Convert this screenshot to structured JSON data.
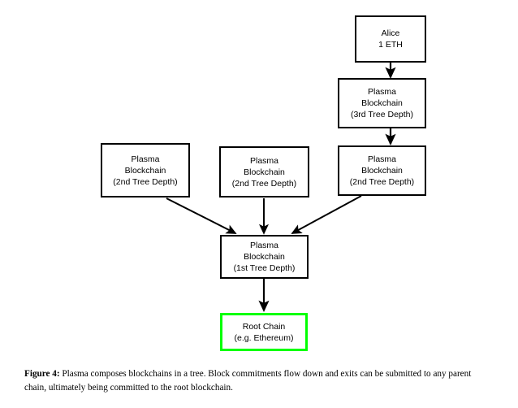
{
  "figure": {
    "caption_label": "Figure 4:",
    "caption_text": "Plasma composes blockchains in a tree.  Block commitments flow down and exits can be submitted to any parent chain, ultimately being committed to the root blockchain.",
    "colors": {
      "box_border": "#000000",
      "root_chain_border": "#00ff00",
      "arrow": "#000000",
      "background": "#ffffff",
      "text": "#000000"
    }
  },
  "nodes": {
    "alice": {
      "line1": "Alice",
      "line2": "1 ETH"
    },
    "depth3": {
      "line1": "Plasma",
      "line2": "Blockchain",
      "line3": "(3rd Tree Depth)"
    },
    "depth2_left": {
      "line1": "Plasma",
      "line2": "Blockchain",
      "line3": "(2nd Tree Depth)"
    },
    "depth2_center": {
      "line1": "Plasma",
      "line2": "Blockchain",
      "line3": "(2nd Tree Depth)"
    },
    "depth2_right": {
      "line1": "Plasma",
      "line2": "Blockchain",
      "line3": "(2nd Tree Depth)"
    },
    "depth1": {
      "line1": "Plasma",
      "line2": "Blockchain",
      "line3": "(1st Tree Depth)"
    },
    "root": {
      "line1": "Root Chain",
      "line2": "(e.g. Ethereum)"
    }
  },
  "edges": [
    {
      "id": "alice-to-depth3",
      "from": "alice",
      "to": "depth3",
      "style": "vertical-arrow"
    },
    {
      "id": "depth3-to-depth2-right",
      "from": "depth3",
      "to": "depth2_right",
      "style": "vertical-arrow"
    },
    {
      "id": "depth2-left-to-depth1",
      "from": "depth2_left",
      "to": "depth1",
      "style": "diagonal-arrow"
    },
    {
      "id": "depth2-center-to-depth1",
      "from": "depth2_center",
      "to": "depth1",
      "style": "vertical-arrow"
    },
    {
      "id": "depth2-right-to-depth1",
      "from": "depth2_right",
      "to": "depth1",
      "style": "diagonal-arrow"
    },
    {
      "id": "depth1-to-root",
      "from": "depth1",
      "to": "root",
      "style": "vertical-arrow"
    }
  ]
}
